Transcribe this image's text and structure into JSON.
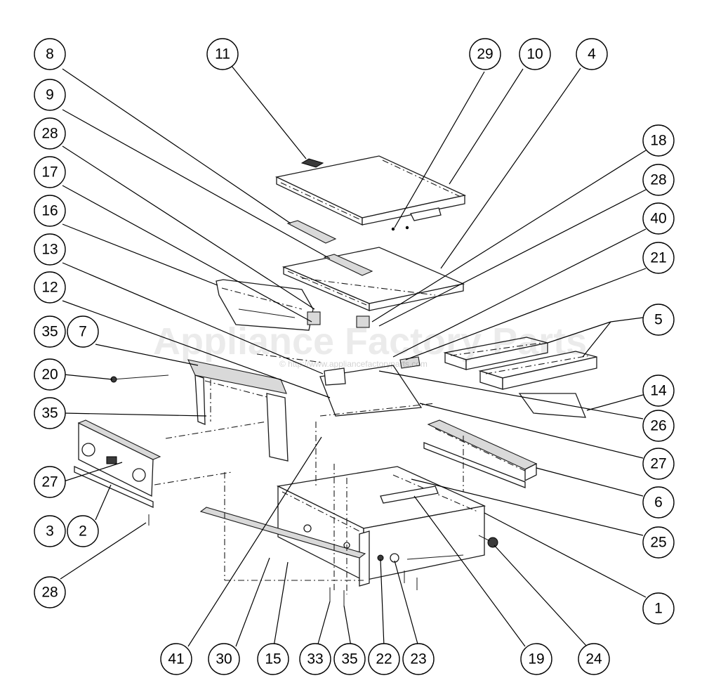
{
  "watermark": {
    "text": "Appliance Factory Parts",
    "url": "© http://www.appliancefactoryparts.com"
  },
  "callouts": [
    {
      "id": "c11",
      "label": "11"
    },
    {
      "id": "c29",
      "label": "29"
    },
    {
      "id": "c10",
      "label": "10"
    },
    {
      "id": "c4",
      "label": "4"
    },
    {
      "id": "c8",
      "label": "8"
    },
    {
      "id": "c9",
      "label": "9"
    },
    {
      "id": "c28a",
      "label": "28"
    },
    {
      "id": "c17",
      "label": "17"
    },
    {
      "id": "c16",
      "label": "16"
    },
    {
      "id": "c13",
      "label": "13"
    },
    {
      "id": "c12",
      "label": "12"
    },
    {
      "id": "c35a",
      "label": "35"
    },
    {
      "id": "c7",
      "label": "7"
    },
    {
      "id": "c20",
      "label": "20"
    },
    {
      "id": "c35b",
      "label": "35"
    },
    {
      "id": "c27a",
      "label": "27"
    },
    {
      "id": "c3",
      "label": "3"
    },
    {
      "id": "c2",
      "label": "2"
    },
    {
      "id": "c28b",
      "label": "28"
    },
    {
      "id": "c18",
      "label": "18"
    },
    {
      "id": "c28c",
      "label": "28"
    },
    {
      "id": "c40",
      "label": "40"
    },
    {
      "id": "c21",
      "label": "21"
    },
    {
      "id": "c5",
      "label": "5"
    },
    {
      "id": "c14",
      "label": "14"
    },
    {
      "id": "c26",
      "label": "26"
    },
    {
      "id": "c27b",
      "label": "27"
    },
    {
      "id": "c6",
      "label": "6"
    },
    {
      "id": "c25",
      "label": "25"
    },
    {
      "id": "c1",
      "label": "1"
    },
    {
      "id": "c41",
      "label": "41"
    },
    {
      "id": "c30",
      "label": "30"
    },
    {
      "id": "c15",
      "label": "15"
    },
    {
      "id": "c33",
      "label": "33"
    },
    {
      "id": "c35c",
      "label": "35"
    },
    {
      "id": "c22",
      "label": "22"
    },
    {
      "id": "c23",
      "label": "23"
    },
    {
      "id": "c19",
      "label": "19"
    },
    {
      "id": "c24",
      "label": "24"
    }
  ]
}
